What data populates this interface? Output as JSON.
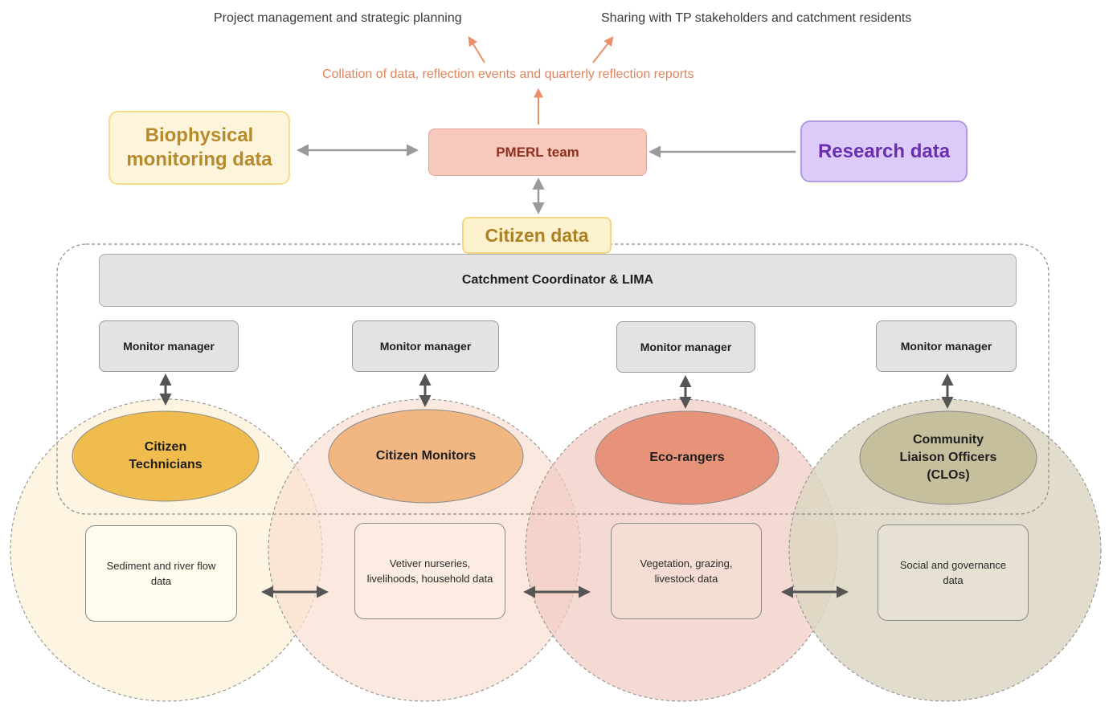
{
  "top": {
    "left_label": "Project management and strategic planning",
    "right_label": "Sharing with TP stakeholders and catchment residents",
    "collation": "Collation of data, reflection events and quarterly reflection reports"
  },
  "nodes": {
    "biophysical": "Biophysical monitoring data",
    "pmerl": "PMERL team",
    "research": "Research data",
    "citizen": "Citizen data",
    "coordinator": "Catchment Coordinator & LIMA"
  },
  "columns": [
    {
      "manager": "Monitor manager",
      "role": "Citizen Technicians",
      "data": "Sediment and river flow data"
    },
    {
      "manager": "Monitor manager",
      "role": "Citizen Monitors",
      "data": "Vetiver nurseries, livelihoods, household data"
    },
    {
      "manager": "Monitor manager",
      "role": "Eco-rangers",
      "data": "Vegetation, grazing, livestock data"
    },
    {
      "manager": "Monitor manager",
      "role": "Community Liaison Officers (CLOs)",
      "data": "Social and governance data"
    }
  ],
  "colors": {
    "col1_circle": "#fdf3dc",
    "col1_ellipse": "#f1bc4e",
    "col2_circle": "#f9e0d2",
    "col2_ellipse": "#f1b682",
    "col3_circle": "#f1cbc0",
    "col3_ellipse": "#e69379",
    "col4_circle": "#dcd6c2",
    "col4_ellipse": "#c6bf9e",
    "arrow_gray": "#9a9a9a",
    "arrow_dark": "#555555",
    "arrow_orange": "#e8906a"
  }
}
